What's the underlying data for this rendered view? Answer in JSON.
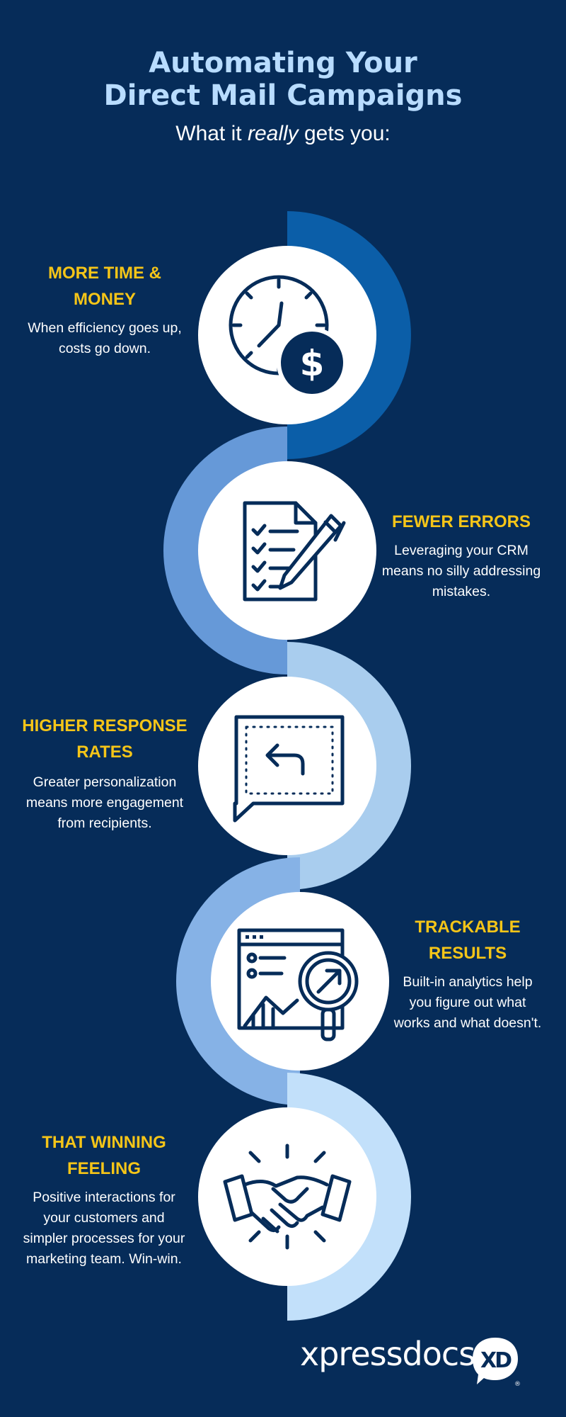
{
  "header": {
    "title_line1": "Automating Your",
    "title_line2": "Direct Mail Campaigns",
    "subtitle_pre": "What it ",
    "subtitle_em": "really",
    "subtitle_post": " gets you:"
  },
  "benefits": [
    {
      "heading": "MORE TIME & MONEY",
      "description": "When efficiency goes up, costs go down.",
      "icon": "clock-dollar-icon",
      "arc_color": "#0b5ea8"
    },
    {
      "heading": "FEWER ERRORS",
      "description": "Leveraging your CRM means no silly addressing mistakes.",
      "icon": "checklist-pen-icon",
      "arc_color": "#6699d8"
    },
    {
      "heading": "HIGHER RESPONSE RATES",
      "description": "Greater personalization means more engagement from recipients.",
      "icon": "reply-message-icon",
      "arc_color": "#a9cdee"
    },
    {
      "heading": "TRACKABLE RESULTS",
      "description": "Built-in analytics help you figure out what works and what doesn't.",
      "icon": "analytics-magnifier-icon",
      "arc_color": "#86b2e6"
    },
    {
      "heading": "THAT WINNING FEELING",
      "description": "Positive interactions for your customers and simpler processes for your marketing team. Win-win.",
      "icon": "handshake-icon",
      "arc_color": "#c2e0fa"
    }
  ],
  "footer": {
    "brand": "xpressdocs",
    "logo_mark": "XD",
    "registered": "®"
  },
  "colors": {
    "background": "#062c59",
    "heading": "#f5c518",
    "title": "#b8dcff",
    "icon": "#062c59"
  }
}
